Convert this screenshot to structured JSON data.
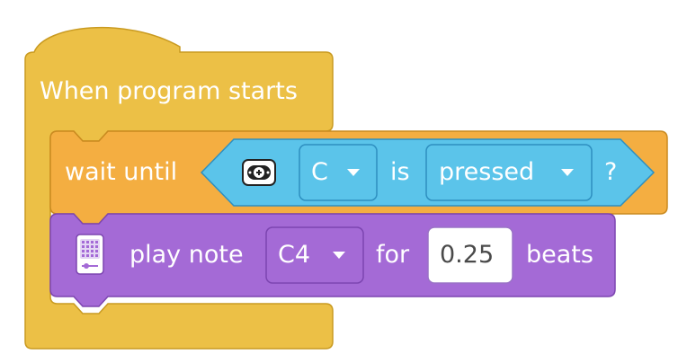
{
  "hat_block": {
    "label": "When program starts",
    "color": "#ecc046"
  },
  "wait_block": {
    "label": "wait until",
    "color": "#f4ae41",
    "condition": {
      "color": "#5bc4ea",
      "icon": "button-controller-icon",
      "port_value": "C",
      "is_label": "is",
      "state_value": "pressed",
      "question_mark": "?"
    }
  },
  "play_block": {
    "icon": "light-matrix-icon",
    "label": "play note",
    "color": "#a46ad6",
    "note_value": "C4",
    "for_label": "for",
    "duration_value": "0.25",
    "unit_label": "beats"
  }
}
